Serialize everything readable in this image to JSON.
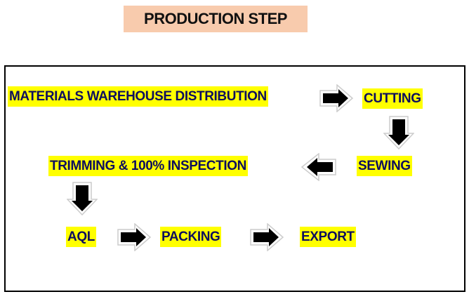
{
  "title": "PRODUCTION STEP",
  "steps": [
    {
      "label": "MATERIALS WAREHOUSE DISTRIBUTION"
    },
    {
      "label": "CUTTING"
    },
    {
      "label": "SEWING"
    },
    {
      "label": "TRIMMING & 100% INSPECTION"
    },
    {
      "label": "AQL"
    },
    {
      "label": "PACKING"
    },
    {
      "label": "EXPORT"
    }
  ],
  "colors": {
    "highlight": "#ffff00",
    "text": "#0d0d5e",
    "title_bg": "#f8cbad",
    "arrow": "#000000"
  }
}
